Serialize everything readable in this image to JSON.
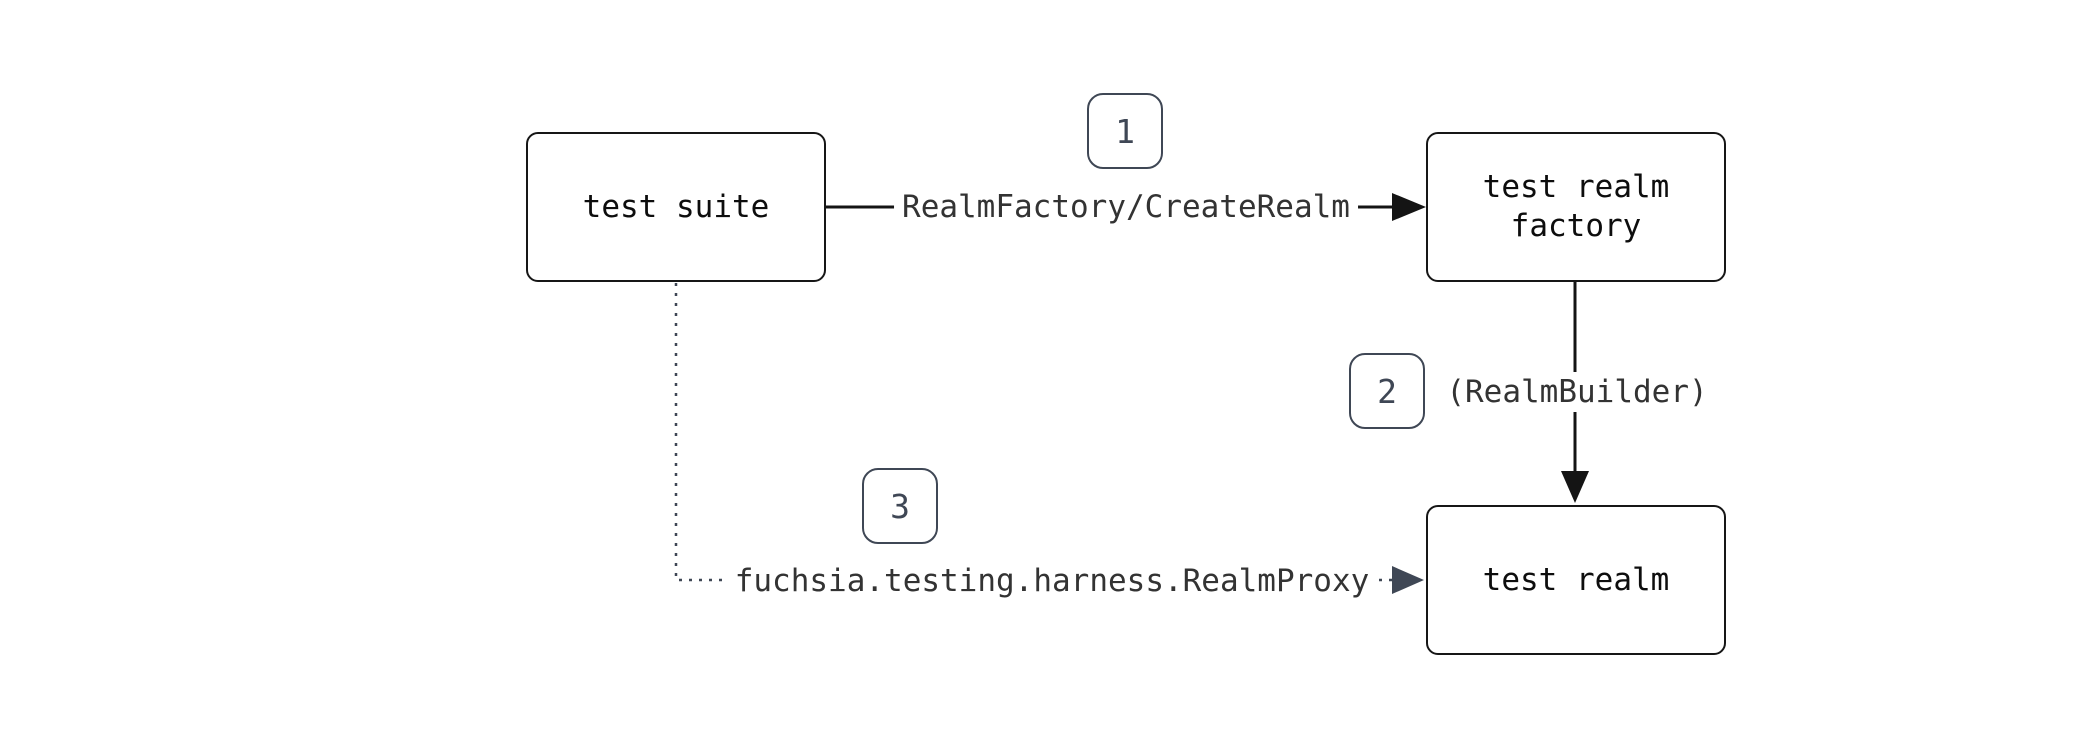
{
  "colors": {
    "background": "#ffffff",
    "node_fill": "#ffffff",
    "node_border": "#161616",
    "node_text": "#0d0d0d",
    "edge_solid": "#141414",
    "edge_dotted": "#3f4755",
    "edge_label_text": "#333333",
    "badge_fill": "#ffffff",
    "badge_border": "#3f4755",
    "badge_text": "#3f4755"
  },
  "diagram": {
    "type": "flowchart",
    "nodes": [
      {
        "id": "test-suite",
        "label": "test suite"
      },
      {
        "id": "test-realm-factory",
        "label": "test realm factory"
      },
      {
        "id": "test-realm",
        "label": "test realm"
      }
    ],
    "edges": [
      {
        "step": "1",
        "label": "RealmFactory/CreateRealm",
        "from": "test suite",
        "to": "test realm factory",
        "style": "solid",
        "direction": "right"
      },
      {
        "step": "2",
        "label": "(RealmBuilder)",
        "from": "test realm factory",
        "to": "test realm",
        "style": "solid",
        "direction": "down"
      },
      {
        "step": "3",
        "label": "fuchsia.testing.harness.RealmProxy",
        "from": "test suite",
        "to": "test realm",
        "style": "dotted",
        "direction": "down-right"
      }
    ]
  }
}
